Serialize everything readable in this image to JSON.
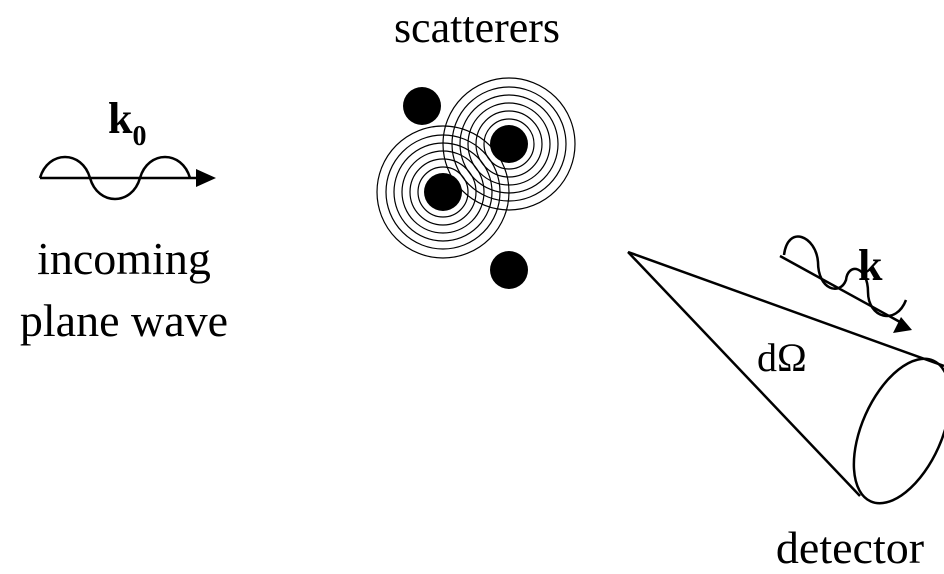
{
  "diagram": {
    "scatterers_label": "scatterers",
    "incoming_label_line1": "incoming",
    "incoming_label_line2": "plane wave",
    "k0_symbol": "k",
    "k0_subscript": "0",
    "k_symbol": "k",
    "solid_angle_label": "dΩ",
    "detector_label": "detector",
    "colors": {
      "ink": "#000000",
      "background": "#ffffff"
    }
  }
}
